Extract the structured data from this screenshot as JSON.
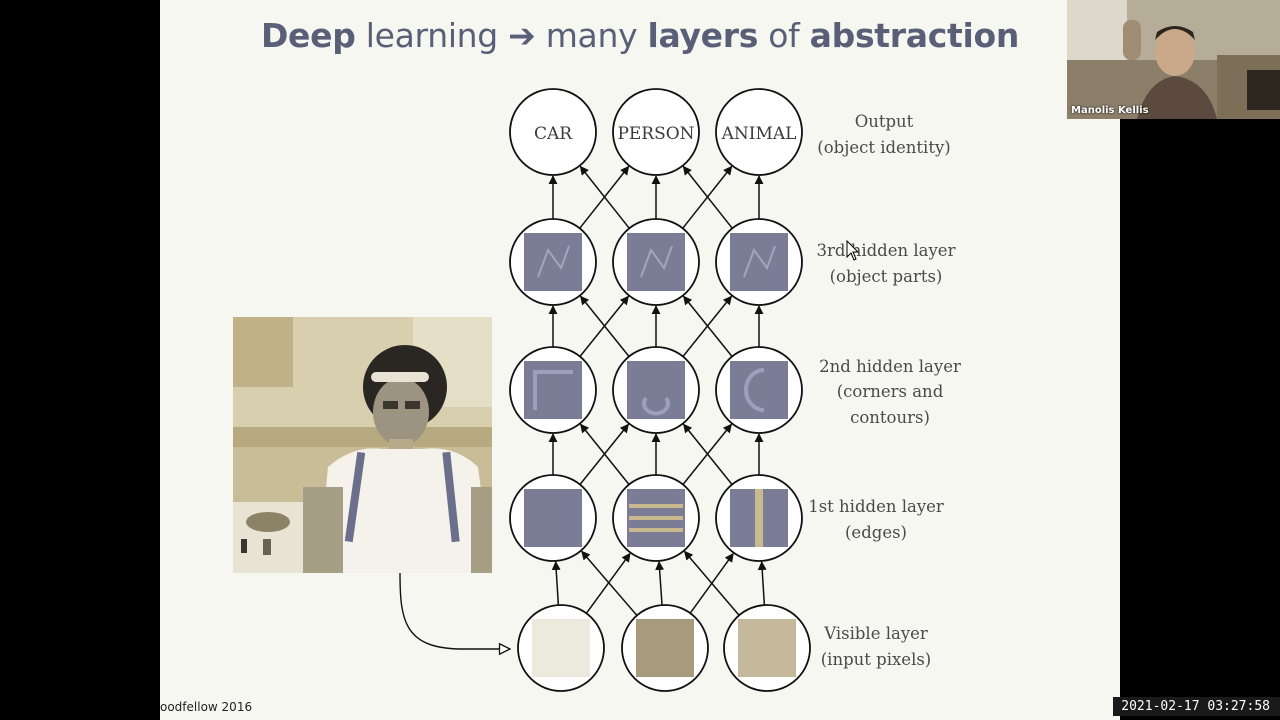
{
  "slide": {
    "title_parts": {
      "deep": "Deep",
      "learning": " learning ",
      "arrow": "➔",
      "many": " many ",
      "layers": "layers",
      "of": " of ",
      "abstraction": "abstraction"
    },
    "credit": "oodfellow 2016"
  },
  "diagram": {
    "output_nodes": [
      "CAR",
      "PERSON",
      "ANIMAL"
    ],
    "layers": [
      {
        "line1": "Output",
        "line2": "(object identity)",
        "line3": ""
      },
      {
        "line1": "3rd hidden layer",
        "line2": "(object parts)",
        "line3": ""
      },
      {
        "line1": "2nd hidden layer",
        "line2": "(corners and",
        "line3": "contours)"
      },
      {
        "line1": "1st hidden layer",
        "line2": "(edges)",
        "line3": ""
      },
      {
        "line1": "Visible layer",
        "line2": "(input pixels)",
        "line3": ""
      }
    ],
    "colors": {
      "feature_tile": "#7a7d95",
      "pixel_light": "#ece9dd",
      "pixel_mid": "#a89a7c",
      "pixel_tan": "#c6b89a",
      "background": "#f7f7f2",
      "ink": "#111111"
    }
  },
  "webcam": {
    "name": "Manolis Kellis"
  },
  "overlay": {
    "timestamp": "2021-02-17  03:27:58"
  }
}
